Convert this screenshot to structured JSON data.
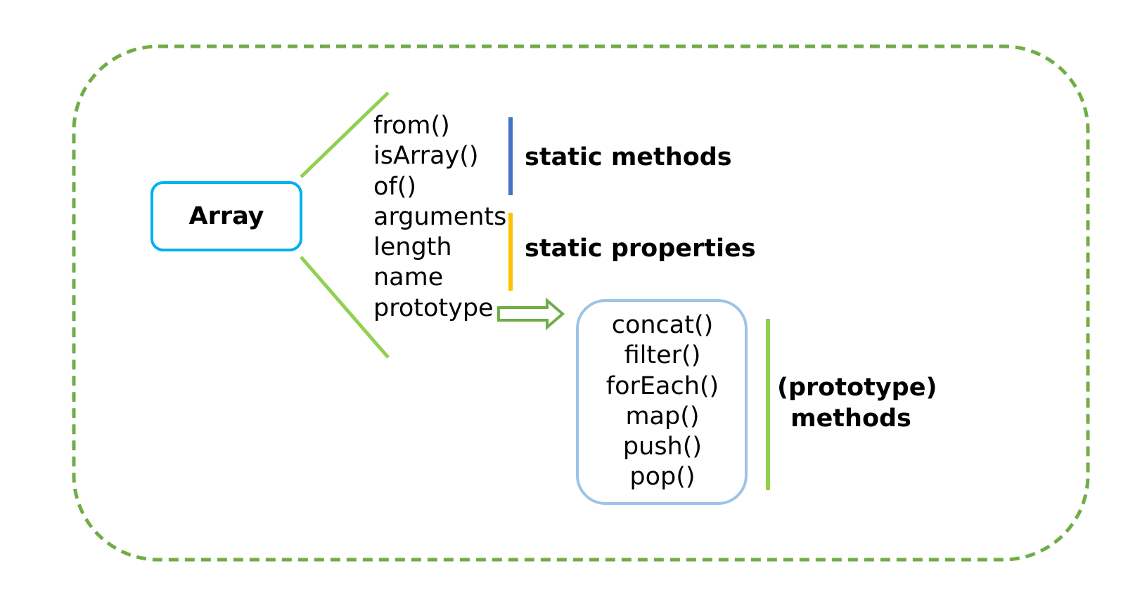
{
  "root": {
    "label": "Array"
  },
  "static_methods": {
    "label": "static methods",
    "items": [
      "from()",
      "isArray()",
      "of()"
    ],
    "bar_color": "#4472c4"
  },
  "static_properties": {
    "label": "static properties",
    "items": [
      "arguments",
      "length",
      "name",
      "prototype"
    ],
    "bar_color": "#ffc000"
  },
  "prototype_methods": {
    "label_line1": "(prototype)",
    "label_line2": "methods",
    "items": [
      "concat()",
      "filter()",
      "forEach()",
      "map()",
      "push()",
      "pop()"
    ],
    "bar_color": "#92d050"
  },
  "colors": {
    "outer_border": "#70ad47",
    "root_border": "#00b0f0",
    "proto_box_border": "#9dc3e6",
    "connector": "#92d050",
    "arrow": "#70ad47"
  }
}
